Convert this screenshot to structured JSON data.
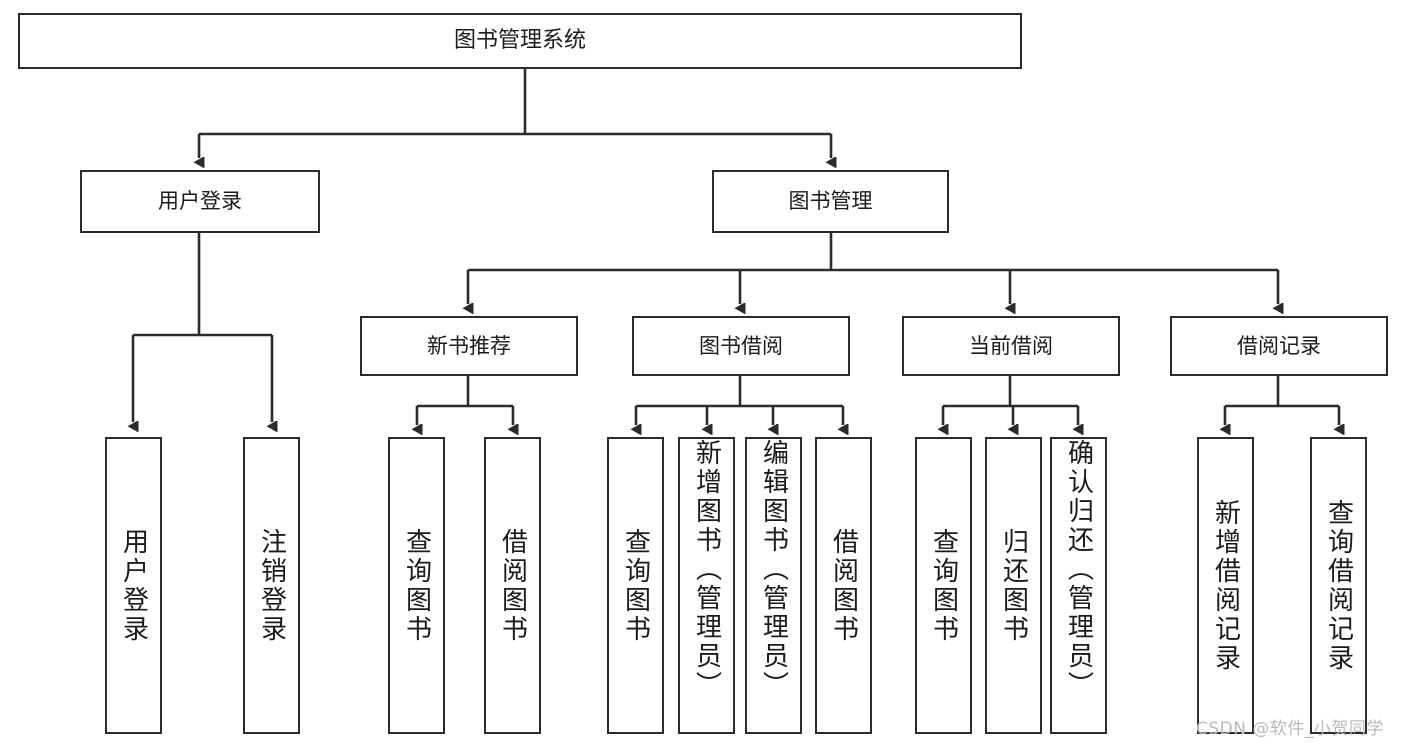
{
  "diagram": {
    "title": "图书管理系统",
    "type": "hierarchy-tree",
    "orientation": "top-down",
    "colors": {
      "box_border": "#2b2b2b",
      "box_fill": "#ffffff",
      "connector": "#2b2b2b",
      "text": "#1b1b1b",
      "watermark": "#b9b9b9",
      "background": "#ffffff"
    },
    "nodes": {
      "root": {
        "label": "图书管理系统"
      },
      "level2": [
        {
          "label": "用户登录"
        },
        {
          "label": "图书管理"
        }
      ],
      "level3": [
        {
          "label": "新书推荐"
        },
        {
          "label": "图书借阅"
        },
        {
          "label": "当前借阅"
        },
        {
          "label": "借阅记录"
        }
      ],
      "leaves": {
        "user_login": [
          {
            "label": "用户登录"
          },
          {
            "label": "注销登录"
          }
        ],
        "new_book_recommend": [
          {
            "label": "查询图书"
          },
          {
            "label": "借阅图书"
          }
        ],
        "book_borrow": [
          {
            "label": "查询图书"
          },
          {
            "label": "新增图书（管理员）"
          },
          {
            "label": "编辑图书（管理员）"
          },
          {
            "label": "借阅图书"
          }
        ],
        "current_borrow": [
          {
            "label": "查询图书"
          },
          {
            "label": "归还图书"
          },
          {
            "label": "确认归还（管理员）"
          }
        ],
        "borrow_record": [
          {
            "label": "新增借阅记录"
          },
          {
            "label": "查询借阅记录"
          }
        ]
      }
    }
  },
  "watermark": {
    "text": "CSDN @软件_小贺同学"
  }
}
